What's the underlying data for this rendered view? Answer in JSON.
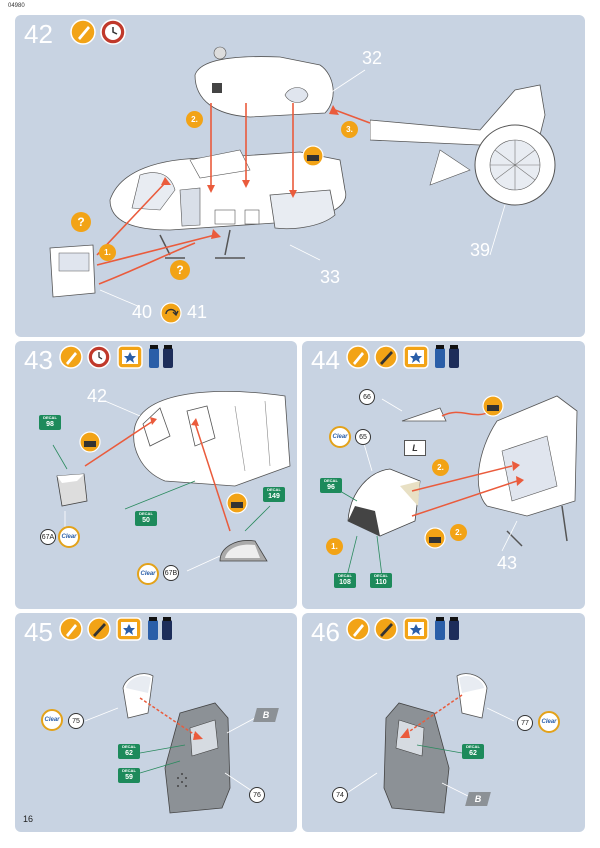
{
  "document_code": "04980",
  "page_number": "16",
  "colors": {
    "panel_bg": "#c8d3e2",
    "arrow": "#ea5b3c",
    "accent": "#f2a316",
    "decal": "#1d8a5b"
  },
  "steps": {
    "s42": {
      "number": "42",
      "parts": {
        "p32": "32",
        "p39": "39",
        "p33": "33",
        "p40": "40",
        "p41": "41"
      },
      "order": {
        "o1": "1.",
        "o2": "2.",
        "o3": "3."
      },
      "query": "?"
    },
    "s43": {
      "number": "43",
      "parts": {
        "p42": "42",
        "p67a": "67A",
        "p67b": "67B"
      },
      "decals": {
        "d98": "98",
        "d50": "50",
        "d149": "149"
      }
    },
    "s44": {
      "number": "44",
      "parts": {
        "p66": "66",
        "p65": "65",
        "p43": "43"
      },
      "decals": {
        "d96": "96",
        "d108": "108",
        "d110": "110"
      },
      "order": {
        "o1": "1.",
        "o2a": "2.",
        "o2b": "2."
      },
      "flag": "L"
    },
    "s45": {
      "number": "45",
      "parts": {
        "p75": "75",
        "p76": "76"
      },
      "decals": {
        "d62": "62",
        "d59": "59"
      },
      "flag": "B"
    },
    "s46": {
      "number": "46",
      "parts": {
        "p77": "77",
        "p74": "74"
      },
      "decals": {
        "d62": "62"
      },
      "flag": "B"
    }
  },
  "labels": {
    "decal": "DECAL",
    "clear": "Clear"
  }
}
